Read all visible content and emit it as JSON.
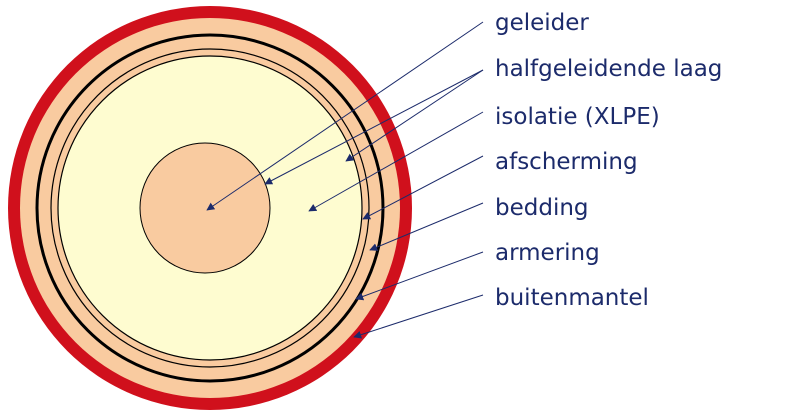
{
  "labels": {
    "conductor": "geleider",
    "semiconducting_layer": "halfgeleidende laag",
    "insulation": "isolatie (XLPE)",
    "shielding": "afscherming",
    "bedding": "bedding",
    "armoring": "armering",
    "outer_sheath": "buitenmantel"
  },
  "colors": {
    "outer_sheath": "#d0101c",
    "layer_peach": "#f9cba0",
    "insulation_fill": "#fefcd0",
    "conductor": "#f9cba0",
    "ring_lines": "#000000",
    "leader_lines": "#1c2b6b",
    "label_text": "#1c2b6b"
  }
}
